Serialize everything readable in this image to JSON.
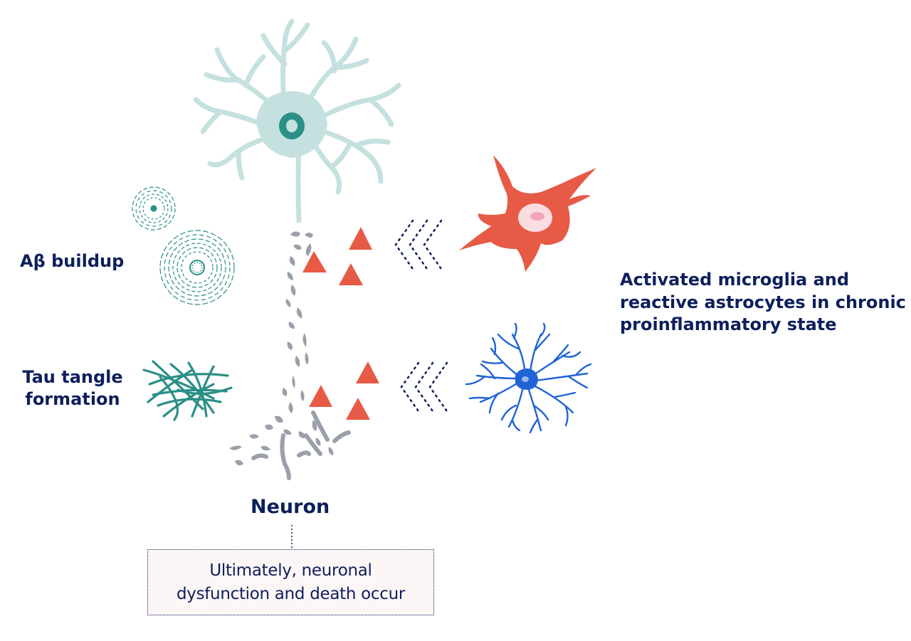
{
  "labels": {
    "ab_buildup": "Aβ buildup",
    "tau_line1": "Tau tangle",
    "tau_line2": "formation",
    "glia_line1": "Activated microglia and",
    "glia_line2": "reactive astrocytes in chronic",
    "glia_line3": "proinflammatory state",
    "neuron": "Neuron",
    "outcome_line1": "Ultimately, neuronal",
    "outcome_line2": "dysfunction and death occur"
  },
  "colors": {
    "label_text": "#0d1f5c",
    "neuron": "#c5e1df",
    "neuron_nucleus": "#2a9087",
    "plaque": "#2a8f86",
    "axon_fragments": "#9aa0aa",
    "cytokine_triangles": "#e75a45",
    "microglia": "#e75a45",
    "astrocyte": "#1f63d6",
    "box_background": "#fdf6f6"
  },
  "icons": [
    "neuron-icon",
    "amyloid-plaque-icon",
    "tau-tangle-icon",
    "cytokine-triangle-icon",
    "microglia-icon",
    "astrocyte-icon",
    "signal-chevron-icon"
  ]
}
